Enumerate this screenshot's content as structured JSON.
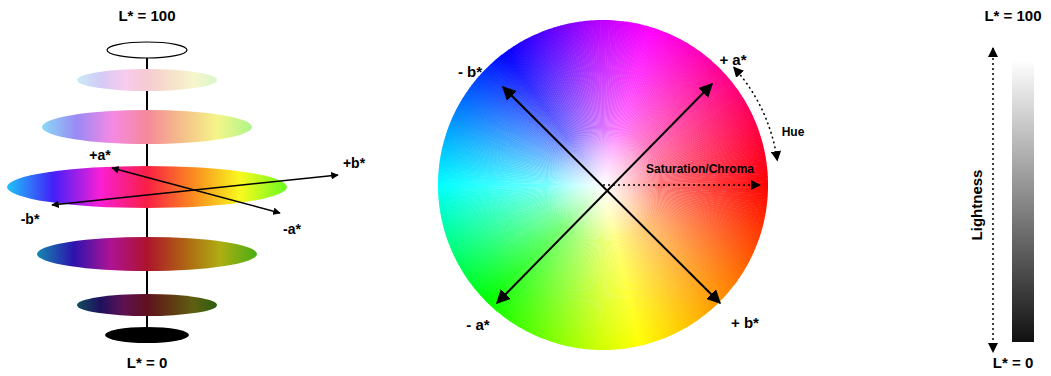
{
  "diagram": {
    "labels": [
      "L* = 100",
      "+a*",
      "+b*",
      "-b*",
      "-a*",
      "L* = 0",
      "- b*",
      "+ a*",
      "Hue",
      "Saturation/Chroma",
      "- a*",
      "+ b*",
      "L* = 100",
      "Lightness",
      "L* = 0"
    ]
  }
}
